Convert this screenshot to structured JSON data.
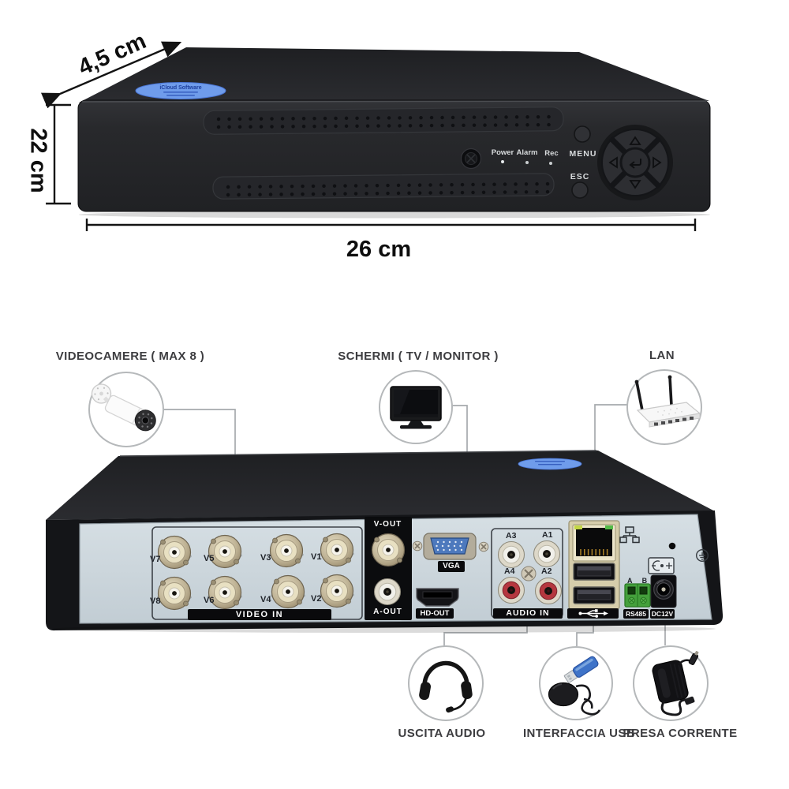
{
  "product": "DVR videosorveglianza 8 canali",
  "dimensions": {
    "depth_label": "4,5 cm",
    "height_label": "22 cm",
    "width_label": "26 cm"
  },
  "front_panel": {
    "sticker_text": "iCloud Software",
    "led_labels": [
      "Power",
      "Alarm",
      "Rec"
    ],
    "menu_label": "MENU",
    "esc_label": "ESC",
    "buttons": [
      "menu",
      "esc",
      "up",
      "down",
      "left",
      "right",
      "enter"
    ]
  },
  "top_callouts": [
    {
      "label": "VIDEOCAMERE ( MAX 8 )",
      "icon": "cctv-camera-icon"
    },
    {
      "label": "SCHERMI ( TV / MONITOR )",
      "icon": "tv-monitor-icon"
    },
    {
      "label": "LAN",
      "icon": "router-icon"
    }
  ],
  "rear_panel": {
    "video_in": {
      "section_label": "VIDEO IN",
      "ports": [
        "V7",
        "V5",
        "V3",
        "V1",
        "V8",
        "V6",
        "V4",
        "V2"
      ]
    },
    "video_out_label": "V-OUT",
    "audio_out_label": "A-OUT",
    "vga_label": "VGA",
    "hdmi_label": "HD-OUT",
    "audio_in": {
      "section_label": "AUDIO IN",
      "ports": [
        "A3",
        "A1",
        "A4",
        "A2"
      ]
    },
    "usb": {
      "icon": "usb-trident-icon",
      "ports": 2
    },
    "lan": {
      "icon": "network-icon"
    },
    "rs485": {
      "terminal_labels": "A B",
      "label": "RS485"
    },
    "power_label": "DC12V"
  },
  "bottom_callouts": [
    {
      "label": "USCITA AUDIO",
      "icon": "headphones-icon"
    },
    {
      "label": "INTERFACCIA USB",
      "icon": "usb-drive-mouse-icon"
    },
    {
      "label": "PRESA CORRENTE",
      "icon": "power-adapter-icon"
    }
  ],
  "colors": {
    "sticker_blue": "#5b8fe8",
    "vga_blue": "#4d79bd",
    "rs485_green": "#44a03c",
    "rca_red": "#b5373f",
    "panel_light": "#cdd7dd",
    "chassis_dark": "#232427",
    "callout_line": "#a6aaad"
  }
}
